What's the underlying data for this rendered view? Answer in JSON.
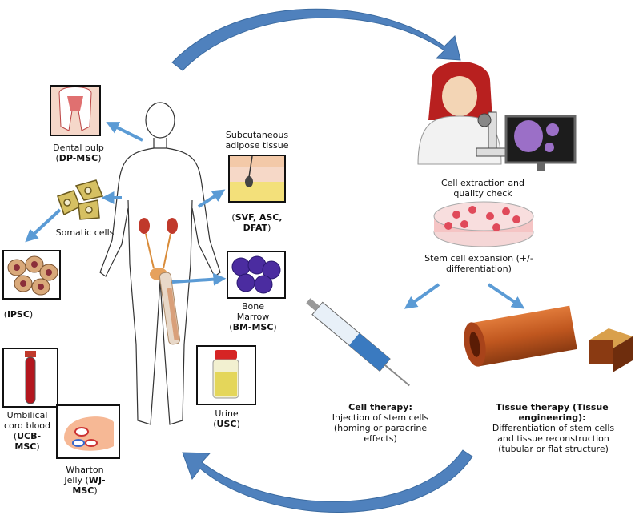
{
  "sources": {
    "dental": {
      "pre": "Dental pulp (",
      "bold": "DP-MSC",
      "post": ")"
    },
    "adipose_title": "Subcutaneous adipose tissue",
    "adipose": {
      "pre": "(",
      "bold": "SVF, ASC, DFAT",
      "post": ")"
    },
    "somatic": "Somatic cells",
    "ipsc": {
      "pre": "(",
      "bold": "iPSC",
      "post": ")"
    },
    "bone": {
      "pre": "Bone Marrow (",
      "bold": "BM-MSC",
      "post": ")"
    },
    "urine": {
      "pre": "Urine (",
      "bold": "USC",
      "post": ")"
    },
    "cord": {
      "pre": "Umbilical cord blood (",
      "bold": "UCB-MSC",
      "post": ")"
    },
    "wharton": {
      "pre": "Wharton Jelly (",
      "bold": "WJ-MSC",
      "post": ")"
    }
  },
  "process": {
    "extraction": "Cell extraction and quality check",
    "expansion": "Stem cell expansion (+/- differentiation)"
  },
  "therapies": {
    "cell_title": "Cell therapy:",
    "cell_desc": "Injection of stem cells (homing or paracrine effects)",
    "tissue_title": "Tissue therapy (Tissue engineering):",
    "tissue_desc": "Differentiation of stem cells and tissue reconstruction (tubular or flat structure)"
  },
  "colors": {
    "arrow_blue": "#4f81bd",
    "pointer_blue": "#5b9bd5",
    "tube_orange": "#c0571f",
    "cell_purple": "#5a2a8a",
    "kidney_red": "#c0392b"
  }
}
